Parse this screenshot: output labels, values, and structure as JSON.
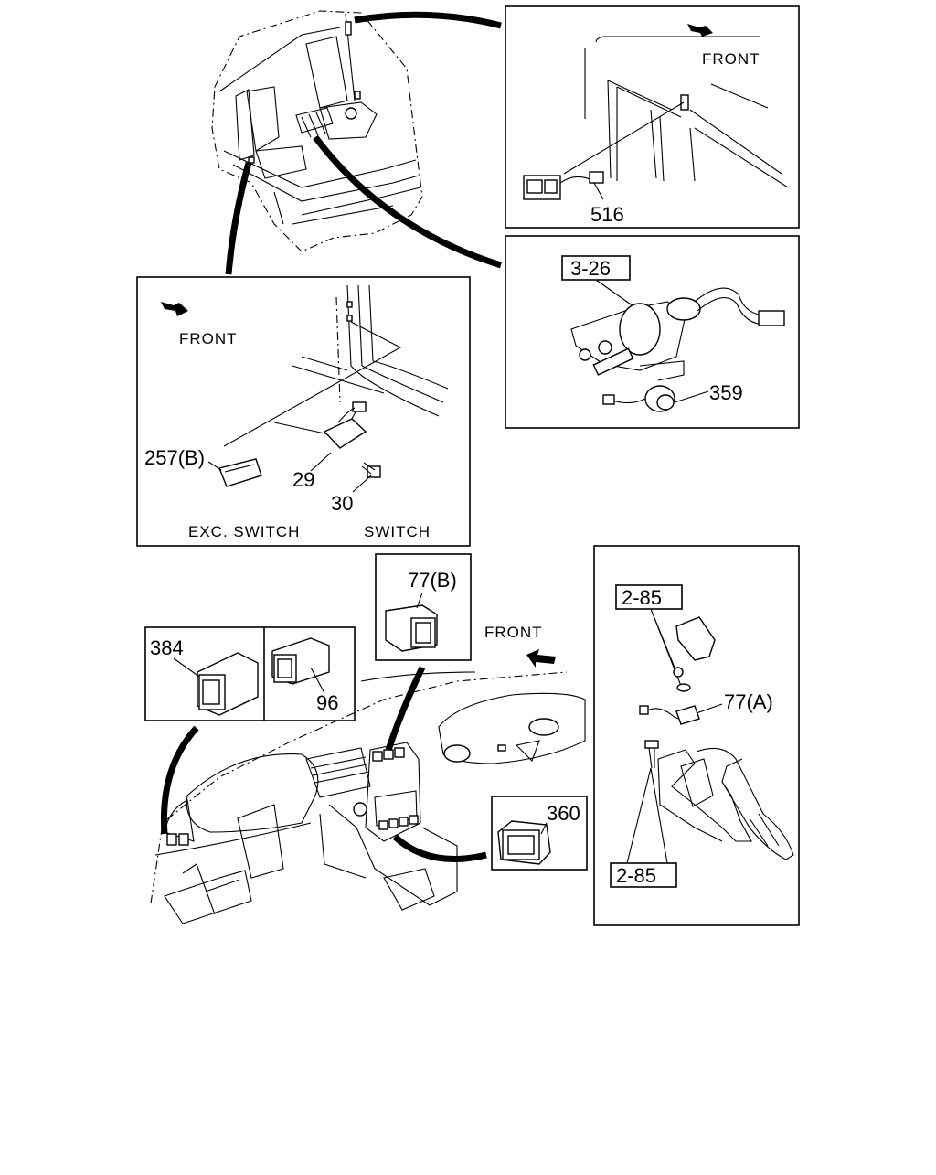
{
  "labels": {
    "front_top_right": "FRONT",
    "front_left_inset": "FRONT",
    "front_dash": "FRONT",
    "part_516": "516",
    "ref_3_26": "3-26",
    "part_359": "359",
    "part_257b": "257(B)",
    "part_29": "29",
    "part_30": "30",
    "exc_switch": "EXC. SWITCH",
    "switch": "SWITCH",
    "part_77b": "77(B)",
    "part_384": "384",
    "part_96": "96",
    "ref_2_85_top": "2-85",
    "part_77a": "77(A)",
    "ref_2_85_bottom": "2-85",
    "part_360": "360"
  }
}
